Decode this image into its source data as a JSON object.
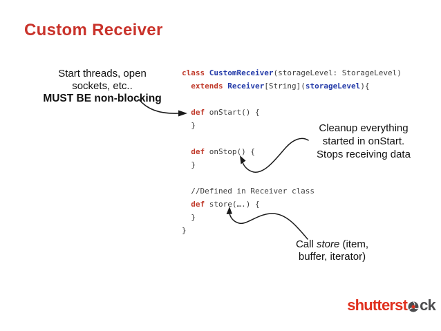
{
  "slide": {
    "title": "Custom Receiver"
  },
  "colors": {
    "title": "#c9332b",
    "code_plain": "#3d3d3d",
    "code_keyword": "#c03a2b",
    "code_type": "#2239a8",
    "annotation": "#111111",
    "arrow": "#1a1a1a",
    "logo_red": "#e0301e",
    "logo_gray": "#4d4d4f"
  },
  "annotations": {
    "start_threads": {
      "lines": [
        "Start threads, open",
        "sockets, etc..",
        "MUST BE non-blocking"
      ]
    },
    "cleanup": {
      "lines": [
        "Cleanup everything",
        "started in onStart.",
        "Stops receiving data"
      ]
    },
    "call_store": {
      "pre": "Call ",
      "italic_word": "store",
      "post": " (item,",
      "line2": "buffer, iterator)"
    }
  },
  "code": {
    "lines": [
      [
        [
          "class",
          "kw"
        ],
        [
          " ",
          "pl"
        ],
        [
          "CustomReceiver",
          "type"
        ],
        [
          "(storageLevel: StorageLevel)",
          "pl"
        ]
      ],
      [
        [
          "  ",
          "pl"
        ],
        [
          "extends",
          "kw"
        ],
        [
          " ",
          "pl"
        ],
        [
          "Receiver",
          "type"
        ],
        [
          "[String](",
          "pl"
        ],
        [
          "storageLevel",
          "type"
        ],
        [
          "){",
          "pl"
        ]
      ],
      [],
      [
        [
          "  ",
          "pl"
        ],
        [
          "def",
          "kw"
        ],
        [
          " onStart() {",
          "pl"
        ]
      ],
      [
        [
          "  }",
          "pl"
        ]
      ],
      [],
      [
        [
          "  ",
          "pl"
        ],
        [
          "def",
          "kw"
        ],
        [
          " onStop() {",
          "pl"
        ]
      ],
      [
        [
          "  }",
          "pl"
        ]
      ],
      [],
      [
        [
          "  //Defined in Receiver class",
          "pl"
        ]
      ],
      [
        [
          "  ",
          "pl"
        ],
        [
          "def",
          "kw"
        ],
        [
          " store(….) {",
          "pl"
        ]
      ],
      [
        [
          "  }",
          "pl"
        ]
      ],
      [
        [
          "}",
          "pl"
        ]
      ]
    ]
  },
  "logo": {
    "part1": "shutterst",
    "icon": "shutter-aperture-icon",
    "part2": "ck"
  }
}
